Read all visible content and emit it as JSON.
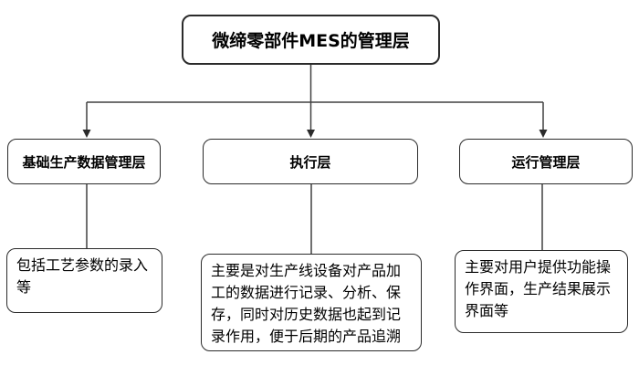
{
  "diagram": {
    "root": {
      "label": "微缔零部件MES的管理层"
    },
    "level2": [
      {
        "label": "基础生产数据管理层"
      },
      {
        "label": "执行层"
      },
      {
        "label": "运行管理层"
      }
    ],
    "level3": [
      {
        "text": "包括工艺参数的录入等"
      },
      {
        "text": "主要是对生产线设备对产品加工的数据进行记录、分析、保存，同时对历史数据也起到记录作用，便于后期的产品追溯"
      },
      {
        "text": "主要对用户提供功能操作界面，生产结果展示界面等"
      }
    ],
    "colors": {
      "box_border": "#2b2b2b",
      "connector": "#404040",
      "background": "#ffffff",
      "text": "#000000"
    }
  }
}
